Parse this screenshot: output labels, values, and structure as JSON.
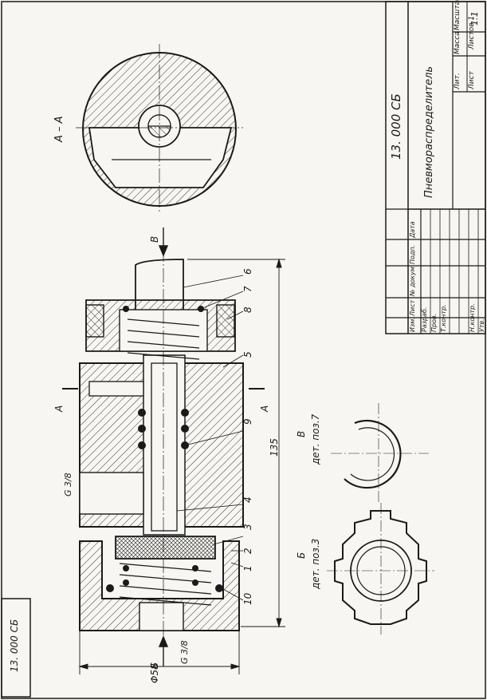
{
  "title_block": {
    "designation": "13. 000 СБ",
    "name": "Пневмораспределитель",
    "col_letter": "Лит.",
    "col_mass": "Масса",
    "col_scale": "Масштаб",
    "scale": "1:1",
    "sheet": "Лист",
    "sheets": "Листов 1",
    "col_change": "Изм.",
    "col_sheet": "Лист",
    "col_doc": "№ докум.",
    "col_sign": "Подп.",
    "col_date": "Дата",
    "row_dev": "Разраб.",
    "row_check": "Пров.",
    "row_tcontrol": "Т.контр.",
    "row_ncontrol": "Н.контр.",
    "row_approved": "Утв."
  },
  "corner_stamp": "13. 000 СБ",
  "section_label": "А – А",
  "arrow_b": "В",
  "cut_a": "А",
  "view_v_letter": "В",
  "view_v_caption": "дет. поз.7",
  "view_b_letter": "Б",
  "view_b_caption": "дет. поз.3",
  "arrow_bottom": "Б",
  "dim_135": "135",
  "dim_58": "Φ58",
  "thread_top": "G 3/8",
  "thread_bottom": "G 3/8",
  "positions": [
    "1",
    "2",
    "3",
    "4",
    "5",
    "6",
    "7",
    "8",
    "9",
    "10"
  ]
}
